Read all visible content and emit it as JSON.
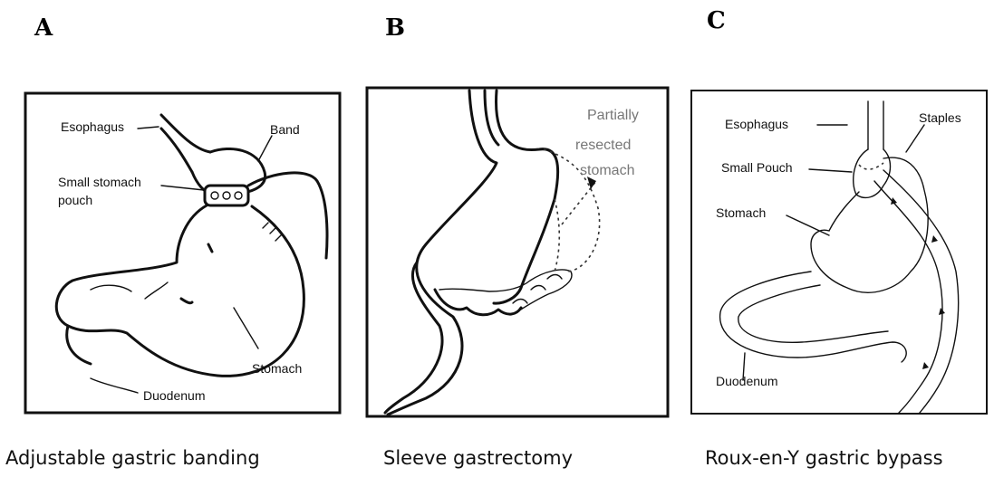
{
  "panels": [
    {
      "letter": "A",
      "caption": "Adjustable gastric banding",
      "labels": {
        "esophagus": "Esophagus",
        "band": "Band",
        "small_stomach_pouch_1": "Small stomach",
        "small_stomach_pouch_2": "pouch",
        "stomach": "Stomach",
        "duodenum": "Duodenum"
      }
    },
    {
      "letter": "B",
      "caption": "Sleeve gastrectomy",
      "labels": {
        "partially_1": "Partially",
        "partially_2": "resected",
        "partially_3": "stomach"
      }
    },
    {
      "letter": "C",
      "caption": "Roux-en-Y gastric bypass",
      "labels": {
        "esophagus": "Esophagus",
        "staples": "Staples",
        "small_pouch": "Small Pouch",
        "stomach": "Stomach",
        "duodenum": "Duodenum"
      }
    }
  ]
}
